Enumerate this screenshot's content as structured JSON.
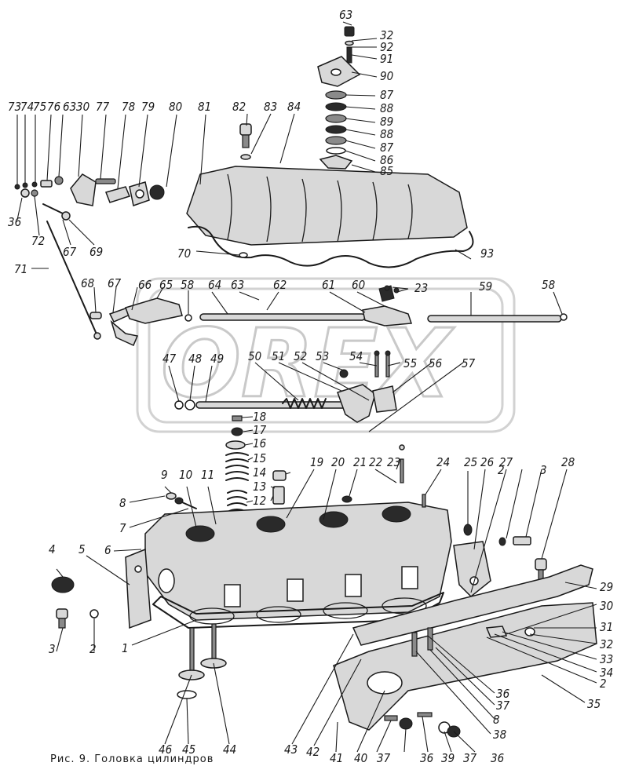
{
  "caption": "Рис. 9. Головка цилиндров",
  "watermark": "OREX",
  "callouts": [
    {
      "id": "c1",
      "text": "1"
    },
    {
      "id": "c2a",
      "text": "2"
    },
    {
      "id": "c2b",
      "text": "2"
    },
    {
      "id": "c2c",
      "text": "2"
    },
    {
      "id": "c3a",
      "text": "3"
    },
    {
      "id": "c3b",
      "text": "3"
    },
    {
      "id": "c4",
      "text": "4"
    },
    {
      "id": "c5",
      "text": "5"
    },
    {
      "id": "c6",
      "text": "6"
    },
    {
      "id": "c7",
      "text": "7"
    },
    {
      "id": "c8a",
      "text": "8"
    },
    {
      "id": "c8b",
      "text": "8"
    },
    {
      "id": "c9",
      "text": "9"
    },
    {
      "id": "c10",
      "text": "10"
    },
    {
      "id": "c11",
      "text": "11"
    },
    {
      "id": "c12",
      "text": "12"
    },
    {
      "id": "c13",
      "text": "13"
    },
    {
      "id": "c14",
      "text": "14"
    },
    {
      "id": "c15",
      "text": "15"
    },
    {
      "id": "c16",
      "text": "16"
    },
    {
      "id": "c17",
      "text": "17"
    },
    {
      "id": "c18",
      "text": "18"
    },
    {
      "id": "c19",
      "text": "19"
    },
    {
      "id": "c20",
      "text": "20"
    },
    {
      "id": "c21",
      "text": "21"
    },
    {
      "id": "c22",
      "text": "22"
    },
    {
      "id": "c23a",
      "text": "23"
    },
    {
      "id": "c23b",
      "text": "23"
    },
    {
      "id": "c24",
      "text": "24"
    },
    {
      "id": "c25",
      "text": "25"
    },
    {
      "id": "c26",
      "text": "26"
    },
    {
      "id": "c27",
      "text": "27"
    },
    {
      "id": "c28",
      "text": "28"
    },
    {
      "id": "c29",
      "text": "29"
    },
    {
      "id": "c30a",
      "text": "30"
    },
    {
      "id": "c30b",
      "text": "30"
    },
    {
      "id": "c31",
      "text": "31"
    },
    {
      "id": "c32a",
      "text": "32"
    },
    {
      "id": "c32b",
      "text": "32"
    },
    {
      "id": "c33",
      "text": "33"
    },
    {
      "id": "c34",
      "text": "34"
    },
    {
      "id": "c35",
      "text": "35"
    },
    {
      "id": "c36a",
      "text": "36"
    },
    {
      "id": "c36b",
      "text": "36"
    },
    {
      "id": "c36c",
      "text": "36"
    },
    {
      "id": "c36d",
      "text": "36"
    },
    {
      "id": "c37a",
      "text": "37"
    },
    {
      "id": "c37b",
      "text": "37"
    },
    {
      "id": "c37c",
      "text": "37"
    },
    {
      "id": "c38",
      "text": "38"
    },
    {
      "id": "c39",
      "text": "39"
    },
    {
      "id": "c40",
      "text": "40"
    },
    {
      "id": "c41",
      "text": "41"
    },
    {
      "id": "c42",
      "text": "42"
    },
    {
      "id": "c43",
      "text": "43"
    },
    {
      "id": "c44",
      "text": "44"
    },
    {
      "id": "c45",
      "text": "45"
    },
    {
      "id": "c46",
      "text": "46"
    },
    {
      "id": "c47",
      "text": "47"
    },
    {
      "id": "c48",
      "text": "48"
    },
    {
      "id": "c49",
      "text": "49"
    },
    {
      "id": "c50",
      "text": "50"
    },
    {
      "id": "c51",
      "text": "51"
    },
    {
      "id": "c52",
      "text": "52"
    },
    {
      "id": "c53",
      "text": "53"
    },
    {
      "id": "c54",
      "text": "54"
    },
    {
      "id": "c55",
      "text": "55"
    },
    {
      "id": "c56",
      "text": "56"
    },
    {
      "id": "c57",
      "text": "57"
    },
    {
      "id": "c58a",
      "text": "58"
    },
    {
      "id": "c58b",
      "text": "58"
    },
    {
      "id": "c59",
      "text": "59"
    },
    {
      "id": "c60",
      "text": "60"
    },
    {
      "id": "c61",
      "text": "61"
    },
    {
      "id": "c62",
      "text": "62"
    },
    {
      "id": "c63a",
      "text": "63"
    },
    {
      "id": "c63b",
      "text": "63"
    },
    {
      "id": "c63c",
      "text": "63"
    },
    {
      "id": "c64",
      "text": "64"
    },
    {
      "id": "c65",
      "text": "65"
    },
    {
      "id": "c66",
      "text": "66"
    },
    {
      "id": "c67a",
      "text": "67"
    },
    {
      "id": "c67b",
      "text": "67"
    },
    {
      "id": "c68",
      "text": "68"
    },
    {
      "id": "c69",
      "text": "69"
    },
    {
      "id": "c70",
      "text": "70"
    },
    {
      "id": "c71",
      "text": "71"
    },
    {
      "id": "c72",
      "text": "72"
    },
    {
      "id": "c73",
      "text": "73"
    },
    {
      "id": "c74",
      "text": "74"
    },
    {
      "id": "c75",
      "text": "75"
    },
    {
      "id": "c76",
      "text": "76"
    },
    {
      "id": "c77",
      "text": "77"
    },
    {
      "id": "c78",
      "text": "78"
    },
    {
      "id": "c79",
      "text": "79"
    },
    {
      "id": "c80",
      "text": "80"
    },
    {
      "id": "c81",
      "text": "81"
    },
    {
      "id": "c82",
      "text": "82"
    },
    {
      "id": "c83",
      "text": "83"
    },
    {
      "id": "c84",
      "text": "84"
    },
    {
      "id": "c85",
      "text": "85"
    },
    {
      "id": "c86",
      "text": "86"
    },
    {
      "id": "c87a",
      "text": "87"
    },
    {
      "id": "c87b",
      "text": "87"
    },
    {
      "id": "c88a",
      "text": "88"
    },
    {
      "id": "c88b",
      "text": "88"
    },
    {
      "id": "c89",
      "text": "89"
    },
    {
      "id": "c90",
      "text": "90"
    },
    {
      "id": "c91",
      "text": "91"
    },
    {
      "id": "c92",
      "text": "92"
    },
    {
      "id": "c93",
      "text": "93"
    }
  ]
}
